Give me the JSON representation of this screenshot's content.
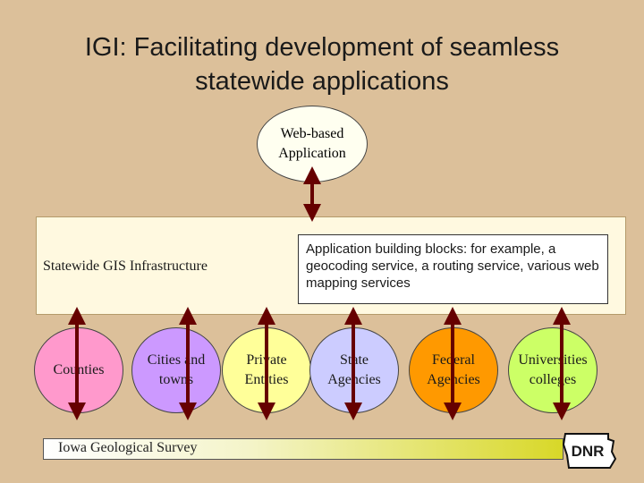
{
  "title": {
    "line1": "IGI: Facilitating development of seamless",
    "line2": "statewide applications"
  },
  "top_node": {
    "line1": "Web-based",
    "line2": "Application"
  },
  "infrastructure": {
    "label": "Statewide GIS Infrastructure",
    "blocks_text": "Application building blocks: for example, a geocoding service, a routing service, various web mapping services"
  },
  "participants": [
    {
      "line1": "Counties",
      "line2": "",
      "color": "#ff99cc"
    },
    {
      "line1": "Cities and",
      "line2": "towns",
      "color": "#cc99ff"
    },
    {
      "line1": "Private",
      "line2": "Entities",
      "color": "#ffff99"
    },
    {
      "line1": "State",
      "line2": "Agencies",
      "color": "#ccccff"
    },
    {
      "line1": "Federal",
      "line2": "Agencies",
      "color": "#ff9900"
    },
    {
      "line1": "Universities",
      "line2": "colleges",
      "color": "#ccff66"
    }
  ],
  "footer": {
    "label": "Iowa Geological Survey",
    "logo_text": "DNR"
  },
  "colors": {
    "arrow": "#660000",
    "background": "#dcc09a"
  }
}
